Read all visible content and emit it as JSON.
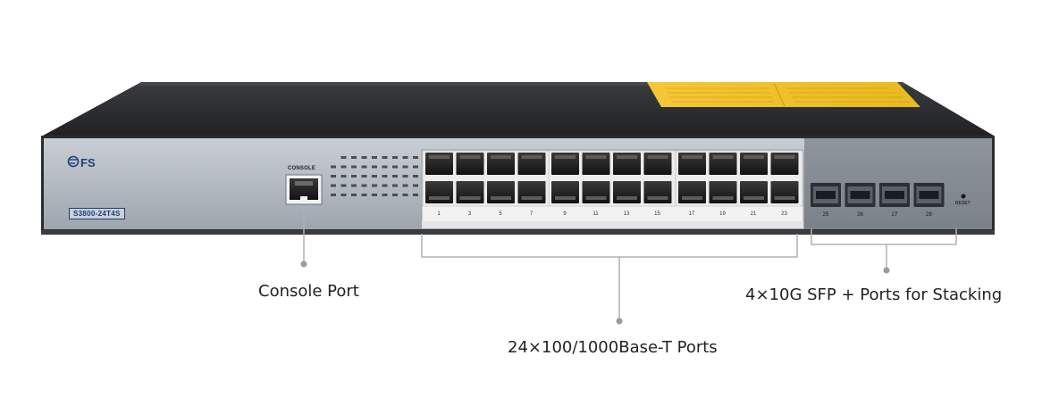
{
  "device": {
    "brand": "FS",
    "model": "S3800-24T4S",
    "console_label": "CONSOLE",
    "reset_label": "RESET",
    "rj45_port_numbers": [
      "1",
      "3",
      "5",
      "7",
      "9",
      "11",
      "13",
      "15",
      "17",
      "19",
      "21",
      "23"
    ],
    "sfp_port_numbers": [
      "25",
      "26",
      "27",
      "28"
    ],
    "colors": {
      "chassis_top": "#2b2d30",
      "front_panel": "#b7bdc4",
      "port_area": "#f2f2f2",
      "warning_label": "#f2c230",
      "brand_blue": "#1c3f7a"
    }
  },
  "callouts": {
    "console": "Console Port",
    "rj45": "24×100/1000Base-T Ports",
    "sfp": "4×10G SFP + Ports for Stacking"
  }
}
